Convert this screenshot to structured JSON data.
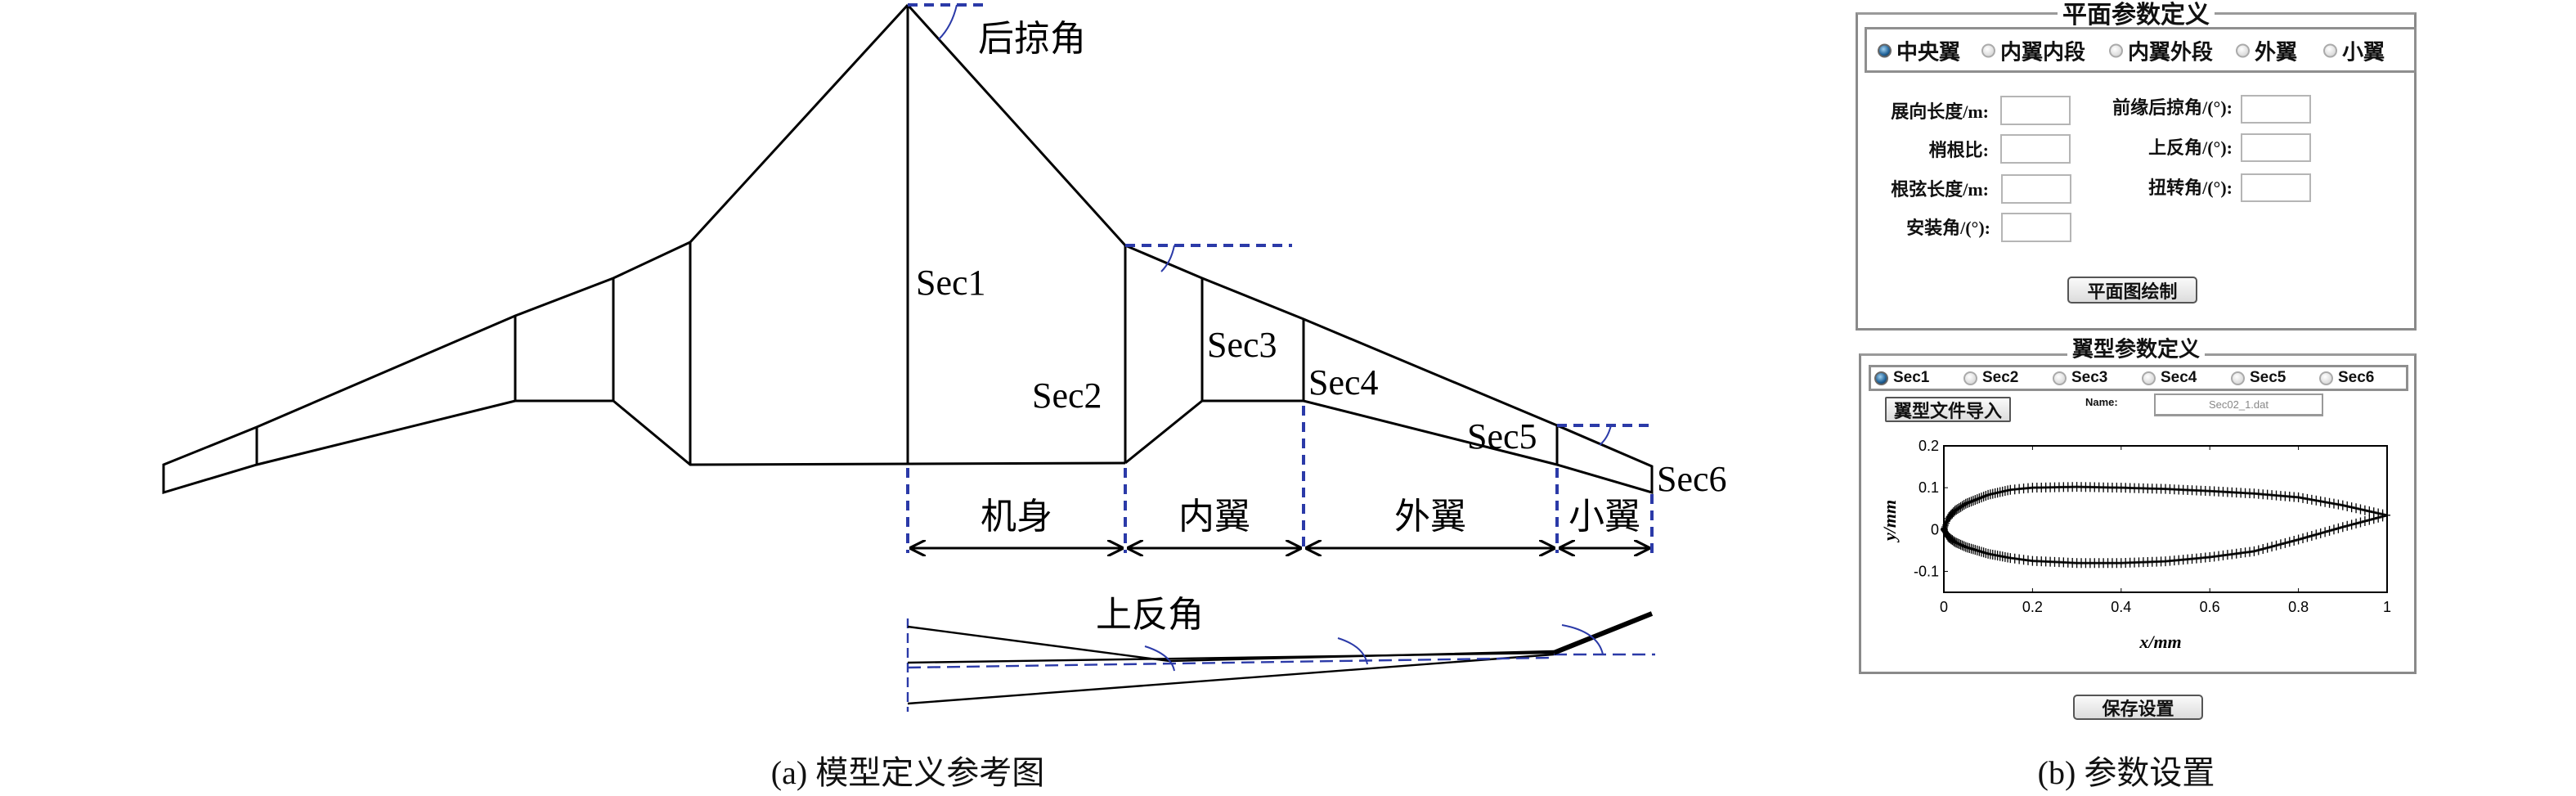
{
  "diagram": {
    "sweep_label": "后掠角",
    "dihedral_label": "上反角",
    "sections": [
      "Sec1",
      "Sec2",
      "Sec3",
      "Sec4",
      "Sec5",
      "Sec6"
    ],
    "segments": [
      "机身",
      "内翼",
      "外翼",
      "小翼"
    ],
    "caption": "(a) 模型定义参考图",
    "dash_color": "#2b3aa8"
  },
  "planform": {
    "title": "平面参数定义",
    "radios": [
      {
        "label": "中央翼",
        "selected": true
      },
      {
        "label": "内翼内段",
        "selected": false
      },
      {
        "label": "内翼外段",
        "selected": false
      },
      {
        "label": "外翼",
        "selected": false
      },
      {
        "label": "小翼",
        "selected": false
      }
    ],
    "fields": {
      "span": {
        "label": "展向长度/m:",
        "value": ""
      },
      "taper": {
        "label": "梢根比:",
        "value": ""
      },
      "root_chord": {
        "label": "根弦长度/m:",
        "value": ""
      },
      "incidence": {
        "label": "安装角/(°):",
        "value": ""
      },
      "le_sweep": {
        "label": "前缘后掠角/(°):",
        "value": ""
      },
      "dihedral": {
        "label": "上反角/(°):",
        "value": ""
      },
      "twist": {
        "label": "扭转角/(°):",
        "value": ""
      }
    },
    "draw_button": "平面图绘制"
  },
  "airfoil": {
    "title": "翼型参数定义",
    "sections": [
      {
        "label": "Sec1",
        "selected": true
      },
      {
        "label": "Sec2",
        "selected": false
      },
      {
        "label": "Sec3",
        "selected": false
      },
      {
        "label": "Sec4",
        "selected": false
      },
      {
        "label": "Sec5",
        "selected": false
      },
      {
        "label": "Sec6",
        "selected": false
      }
    ],
    "import_button": "翼型文件导入",
    "name_label": "Name:",
    "name_value": "Sec02_1.dat"
  },
  "save_button": "保存设置",
  "caption_b": "(b) 参数设置",
  "chart_data": {
    "type": "line",
    "title": "",
    "xlabel": "x/mm",
    "ylabel": "y/mm",
    "xlim": [
      0,
      1
    ],
    "ylim": [
      -0.15,
      0.2
    ],
    "xticks": [
      "0",
      "0.2",
      "0.4",
      "0.6",
      "0.8",
      "1"
    ],
    "yticks": [
      "-0.1",
      "0",
      "0.1",
      "0.2"
    ],
    "ytick_values": [
      -0.1,
      0,
      0.1,
      0.2
    ],
    "xtick_values": [
      0,
      0.2,
      0.4,
      0.6,
      0.8,
      1
    ],
    "x": [
      0,
      0.01,
      0.025,
      0.05,
      0.1,
      0.15,
      0.2,
      0.3,
      0.4,
      0.5,
      0.6,
      0.7,
      0.8,
      0.9,
      1
    ],
    "series": [
      {
        "name": "upper",
        "marker": "+",
        "values": [
          0,
          0.028,
          0.045,
          0.062,
          0.083,
          0.095,
          0.1,
          0.102,
          0.1,
          0.097,
          0.092,
          0.086,
          0.077,
          0.058,
          0.034
        ]
      },
      {
        "name": "lower",
        "marker": "+",
        "values": [
          0,
          -0.018,
          -0.03,
          -0.042,
          -0.058,
          -0.068,
          -0.075,
          -0.08,
          -0.08,
          -0.076,
          -0.066,
          -0.052,
          -0.024,
          0.006,
          0.034
        ]
      }
    ],
    "grid": false
  }
}
